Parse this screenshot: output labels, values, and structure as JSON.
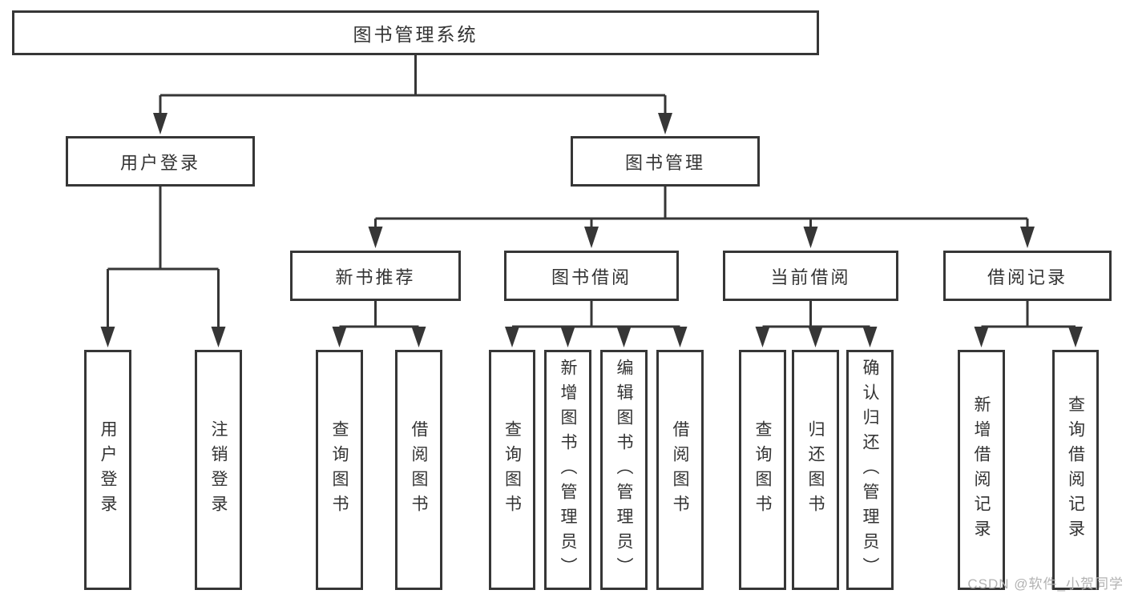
{
  "diagram": {
    "root": {
      "label": "图书管理系统"
    },
    "branches": [
      {
        "label": "用户登录",
        "children": [
          {
            "label": "用户登录"
          },
          {
            "label": "注销登录"
          }
        ]
      },
      {
        "label": "图书管理",
        "children": [
          {
            "label": "新书推荐",
            "children": [
              {
                "label": "查询图书"
              },
              {
                "label": "借阅图书"
              }
            ]
          },
          {
            "label": "图书借阅",
            "children": [
              {
                "label": "查询图书"
              },
              {
                "label": "新增图书（管理员）"
              },
              {
                "label": "编辑图书（管理员）"
              },
              {
                "label": "借阅图书"
              }
            ]
          },
          {
            "label": "当前借阅",
            "children": [
              {
                "label": "查询图书"
              },
              {
                "label": "归还图书"
              },
              {
                "label": "确认归还（管理员）"
              }
            ]
          },
          {
            "label": "借阅记录",
            "children": [
              {
                "label": "新增借阅记录"
              },
              {
                "label": "查询借阅记录"
              }
            ]
          }
        ]
      }
    ]
  },
  "watermark": "CSDN @软件_小贺同学",
  "colors": {
    "line": "#363636",
    "text": "#333333",
    "box_background": "#ffffff",
    "background": "#ffffff",
    "watermark": "#b2b2b2"
  }
}
